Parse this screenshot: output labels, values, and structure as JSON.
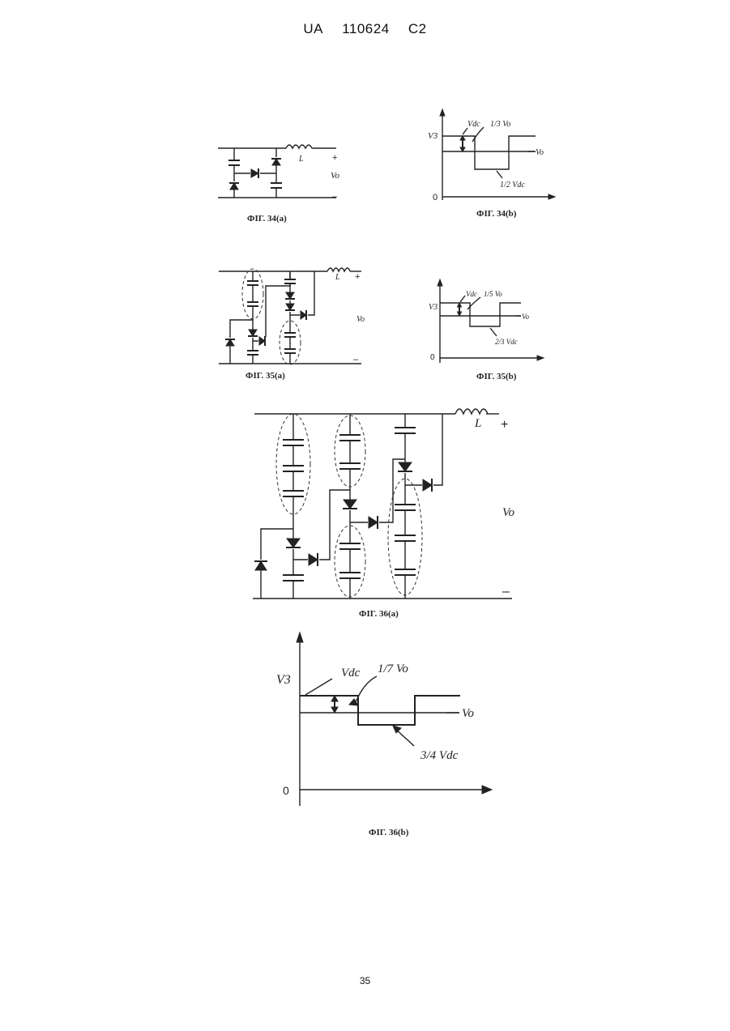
{
  "header": {
    "country": "UA",
    "number": "110624",
    "kind": "C2"
  },
  "page_number": "35",
  "figures": {
    "fig34a": {
      "caption": "ФІГ. 34(a)",
      "label_L": "L",
      "label_plus": "+",
      "label_minus": "–",
      "label_vo": "Vo"
    },
    "fig34b": {
      "caption": "ФІГ. 34(b)",
      "y_label": "V3",
      "zero": "0",
      "vdc": "Vdc",
      "step_frac": "1/3 Vo",
      "vo": "Vo",
      "low_frac": "1/2 Vdc"
    },
    "fig35a": {
      "caption": "ФІГ. 35(a)",
      "label_L": "L",
      "label_plus": "+",
      "label_minus": "–",
      "label_vo": "Vo"
    },
    "fig35b": {
      "caption": "ФІГ. 35(b)",
      "y_label": "V3",
      "zero": "0",
      "vdc": "Vdc",
      "step_frac": "1/5 Vo",
      "vo": "Vo",
      "low_frac": "2/3 Vdc"
    },
    "fig36a": {
      "caption": "ФІГ. 36(a)",
      "label_L": "L",
      "label_plus": "+",
      "label_minus": "–",
      "label_vo": "Vo"
    },
    "fig36b": {
      "caption": "ФІГ. 36(b)",
      "y_label": "V3",
      "zero": "0",
      "vdc": "Vdc",
      "step_frac": "1/7 Vo",
      "vo": "Vo",
      "low_frac": "3/4 Vdc"
    }
  }
}
